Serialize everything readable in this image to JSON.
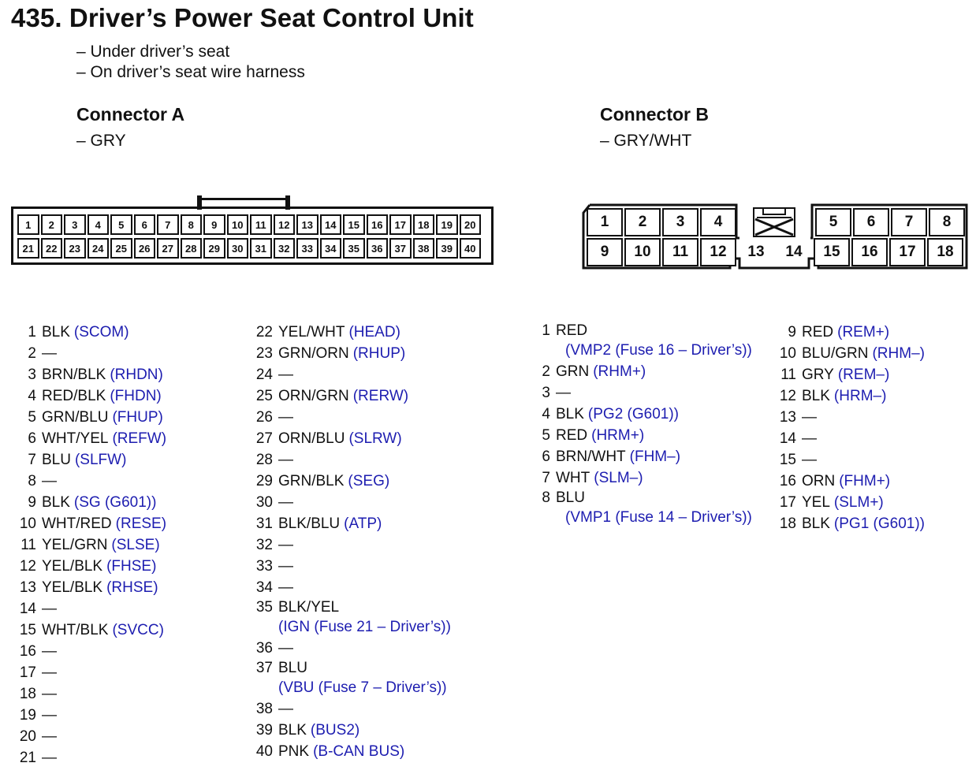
{
  "title": "435. Driver’s Power Seat Control Unit",
  "locations": [
    "– Under driver’s seat",
    "– On driver’s seat wire harness"
  ],
  "connector_a": {
    "title": "Connector A",
    "color": "– GRY",
    "pins": [
      {
        "n": "1",
        "wire": "BLK",
        "signal": "(SCOM)"
      },
      {
        "n": "2",
        "wire": "—",
        "signal": ""
      },
      {
        "n": "3",
        "wire": "BRN/BLK",
        "signal": "(RHDN)"
      },
      {
        "n": "4",
        "wire": "RED/BLK",
        "signal": "(FHDN)"
      },
      {
        "n": "5",
        "wire": "GRN/BLU",
        "signal": "(FHUP)"
      },
      {
        "n": "6",
        "wire": "WHT/YEL",
        "signal": "(REFW)"
      },
      {
        "n": "7",
        "wire": "BLU",
        "signal": "(SLFW)"
      },
      {
        "n": "8",
        "wire": "—",
        "signal": ""
      },
      {
        "n": "9",
        "wire": "BLK",
        "signal": "(SG (G601))"
      },
      {
        "n": "10",
        "wire": "WHT/RED",
        "signal": "(RESE)"
      },
      {
        "n": "11",
        "wire": "YEL/GRN",
        "signal": "(SLSE)"
      },
      {
        "n": "12",
        "wire": "YEL/BLK",
        "signal": "(FHSE)"
      },
      {
        "n": "13",
        "wire": "YEL/BLK",
        "signal": "(RHSE)"
      },
      {
        "n": "14",
        "wire": "—",
        "signal": ""
      },
      {
        "n": "15",
        "wire": "WHT/BLK",
        "signal": "(SVCC)"
      },
      {
        "n": "16",
        "wire": "—",
        "signal": ""
      },
      {
        "n": "17",
        "wire": "—",
        "signal": ""
      },
      {
        "n": "18",
        "wire": "—",
        "signal": ""
      },
      {
        "n": "19",
        "wire": "—",
        "signal": ""
      },
      {
        "n": "20",
        "wire": "—",
        "signal": ""
      },
      {
        "n": "21",
        "wire": "—",
        "signal": ""
      },
      {
        "n": "22",
        "wire": "YEL/WHT",
        "signal": "(HEAD)"
      },
      {
        "n": "23",
        "wire": "GRN/ORN",
        "signal": "(RHUP)"
      },
      {
        "n": "24",
        "wire": "—",
        "signal": ""
      },
      {
        "n": "25",
        "wire": "ORN/GRN",
        "signal": "(RERW)"
      },
      {
        "n": "26",
        "wire": "—",
        "signal": ""
      },
      {
        "n": "27",
        "wire": "ORN/BLU",
        "signal": "(SLRW)"
      },
      {
        "n": "28",
        "wire": "—",
        "signal": ""
      },
      {
        "n": "29",
        "wire": "GRN/BLK",
        "signal": "(SEG)"
      },
      {
        "n": "30",
        "wire": "—",
        "signal": ""
      },
      {
        "n": "31",
        "wire": "BLK/BLU",
        "signal": "(ATP)"
      },
      {
        "n": "32",
        "wire": "—",
        "signal": ""
      },
      {
        "n": "33",
        "wire": "—",
        "signal": ""
      },
      {
        "n": "34",
        "wire": "—",
        "signal": ""
      },
      {
        "n": "35",
        "wire": "BLK/YEL",
        "signal": "(IGN (Fuse 21 – Driver’s))",
        "wrap": true
      },
      {
        "n": "36",
        "wire": "—",
        "signal": ""
      },
      {
        "n": "37",
        "wire": "BLU",
        "signal": "(VBU (Fuse 7 – Driver’s))",
        "wrap": true
      },
      {
        "n": "38",
        "wire": "—",
        "signal": ""
      },
      {
        "n": "39",
        "wire": "BLK",
        "signal": "(BUS2)"
      },
      {
        "n": "40",
        "wire": "PNK",
        "signal": "(B-CAN BUS)"
      }
    ]
  },
  "connector_b": {
    "title": "Connector B",
    "color": "– GRY/WHT",
    "pins": [
      {
        "n": "1",
        "wire": "RED",
        "signal": "(VMP2 (Fuse 16 – Driver’s))",
        "wrap": true
      },
      {
        "n": "2",
        "wire": "GRN",
        "signal": "(RHM+)"
      },
      {
        "n": "3",
        "wire": "—",
        "signal": ""
      },
      {
        "n": "4",
        "wire": "BLK",
        "signal": "(PG2 (G601))"
      },
      {
        "n": "5",
        "wire": "RED",
        "signal": "(HRM+)"
      },
      {
        "n": "6",
        "wire": "BRN/WHT",
        "signal": "(FHM–)"
      },
      {
        "n": "7",
        "wire": "WHT",
        "signal": "(SLM–)"
      },
      {
        "n": "8",
        "wire": "BLU",
        "signal": "(VMP1 (Fuse 14 – Driver’s))",
        "wrap": true
      },
      {
        "n": "9",
        "wire": "RED",
        "signal": "(REM+)"
      },
      {
        "n": "10",
        "wire": "BLU/GRN",
        "signal": "(RHM–)"
      },
      {
        "n": "11",
        "wire": "GRY",
        "signal": "(REM–)"
      },
      {
        "n": "12",
        "wire": "BLK",
        "signal": "(HRM–)"
      },
      {
        "n": "13",
        "wire": "—",
        "signal": ""
      },
      {
        "n": "14",
        "wire": "—",
        "signal": ""
      },
      {
        "n": "15",
        "wire": "—",
        "signal": ""
      },
      {
        "n": "16",
        "wire": "ORN",
        "signal": "(FHM+)"
      },
      {
        "n": "17",
        "wire": "YEL",
        "signal": "(SLM+)"
      },
      {
        "n": "18",
        "wire": "BLK",
        "signal": "(PG1 (G601))"
      }
    ]
  },
  "colors": {
    "signal_text": "#1d1db0",
    "lines": "#111111"
  }
}
